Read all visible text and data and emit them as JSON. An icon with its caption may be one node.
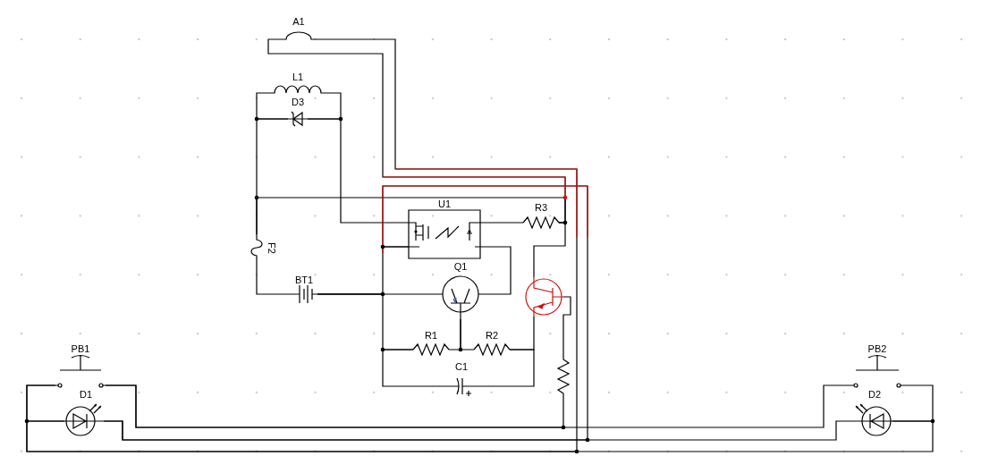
{
  "diagram": {
    "nodes": [
      {
        "text": [
          "A1"
        ]
      },
      {
        "text": [
          "L1"
        ]
      },
      {
        "text": [
          "D3"
        ]
      },
      {
        "text": [
          "U1"
        ]
      },
      {
        "text": [
          "R3"
        ]
      },
      {
        "text": [
          "F2"
        ]
      },
      {
        "text": [
          "BT1"
        ]
      },
      {
        "text": [
          "Q1"
        ]
      },
      {
        "text": [
          "R1"
        ]
      },
      {
        "text": [
          "R2"
        ]
      },
      {
        "text": [
          "C1"
        ]
      },
      {
        "text": [],
        "shape": "picture"
      },
      {
        "text": [],
        "shape": "picture"
      },
      {
        "text": [
          "PB1"
        ]
      },
      {
        "text": [
          "D1"
        ]
      },
      {
        "text": [
          "PB2"
        ]
      },
      {
        "text": [
          "D2"
        ]
      }
    ],
    "edges": [
      {
        "from": 1,
        "to": 2,
        "arrow": "none"
      },
      {
        "from": 2,
        "to": 5,
        "arrow": "none"
      },
      {
        "from": 5,
        "to": 4,
        "arrow": "none"
      },
      {
        "from": 4,
        "to": 0,
        "arrow": "none"
      },
      {
        "from": 4,
        "to": 11,
        "arrow": "none"
      },
      {
        "from": 1,
        "to": 2,
        "arrow": "none"
      },
      {
        "from": 2,
        "to": 3,
        "arrow": "none"
      },
      {
        "from": 5,
        "to": 6,
        "arrow": "none"
      },
      {
        "from": 6,
        "to": 7,
        "arrow": "none"
      },
      {
        "from": 6,
        "to": 3,
        "arrow": "none"
      },
      {
        "from": 6,
        "to": 8,
        "arrow": "none"
      },
      {
        "from": 8,
        "to": 10,
        "arrow": "none"
      },
      {
        "from": 3,
        "to": 14,
        "arrow": "none"
      },
      {
        "from": 14,
        "to": 16,
        "arrow": "none"
      },
      {
        "from": 3,
        "to": 7,
        "arrow": "none"
      },
      {
        "from": 3,
        "to": 4,
        "arrow": "none"
      },
      {
        "from": 7,
        "to": 8,
        "arrow": "none"
      },
      {
        "from": 7,
        "to": 9,
        "arrow": "none"
      },
      {
        "from": 9,
        "to": 10,
        "arrow": "none"
      },
      {
        "from": 9,
        "to": 11,
        "arrow": "none"
      },
      {
        "from": 11,
        "to": 12,
        "arrow": "none"
      },
      {
        "from": 12,
        "to": 13,
        "arrow": "none"
      },
      {
        "from": 13,
        "to": 15,
        "arrow": "none"
      },
      {
        "from": 0,
        "to": 13,
        "arrow": "none"
      },
      {
        "from": 13,
        "to": 14,
        "arrow": "none"
      },
      {
        "from": 14,
        "to": 16,
        "arrow": "none"
      },
      {
        "from": 16,
        "to": 15,
        "arrow": "none"
      }
    ]
  }
}
